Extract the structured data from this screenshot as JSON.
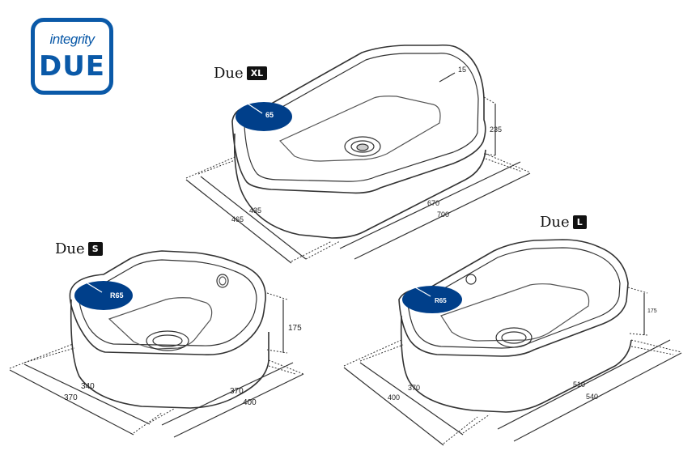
{
  "logo": {
    "brand": "integrity",
    "product": "DUE",
    "color": "#0a59a8"
  },
  "accent_color": "#003f8a",
  "models": [
    {
      "name": "Due",
      "size": "XL",
      "dims": {
        "rim": "15",
        "radius": "65",
        "height": "235",
        "outer_depth": "465",
        "inner_depth": "435",
        "inner_width": "670",
        "outer_width": "700"
      }
    },
    {
      "name": "Due",
      "size": "S",
      "dims": {
        "radius": "R65",
        "height": "175",
        "inner_depth": "340",
        "outer_depth": "370",
        "inner_width": "370",
        "outer_width": "400"
      }
    },
    {
      "name": "Due",
      "size": "L",
      "dims": {
        "radius": "R65",
        "height": "175",
        "inner_depth": "370",
        "outer_depth": "400",
        "inner_width": "510",
        "outer_width": "540"
      }
    }
  ]
}
